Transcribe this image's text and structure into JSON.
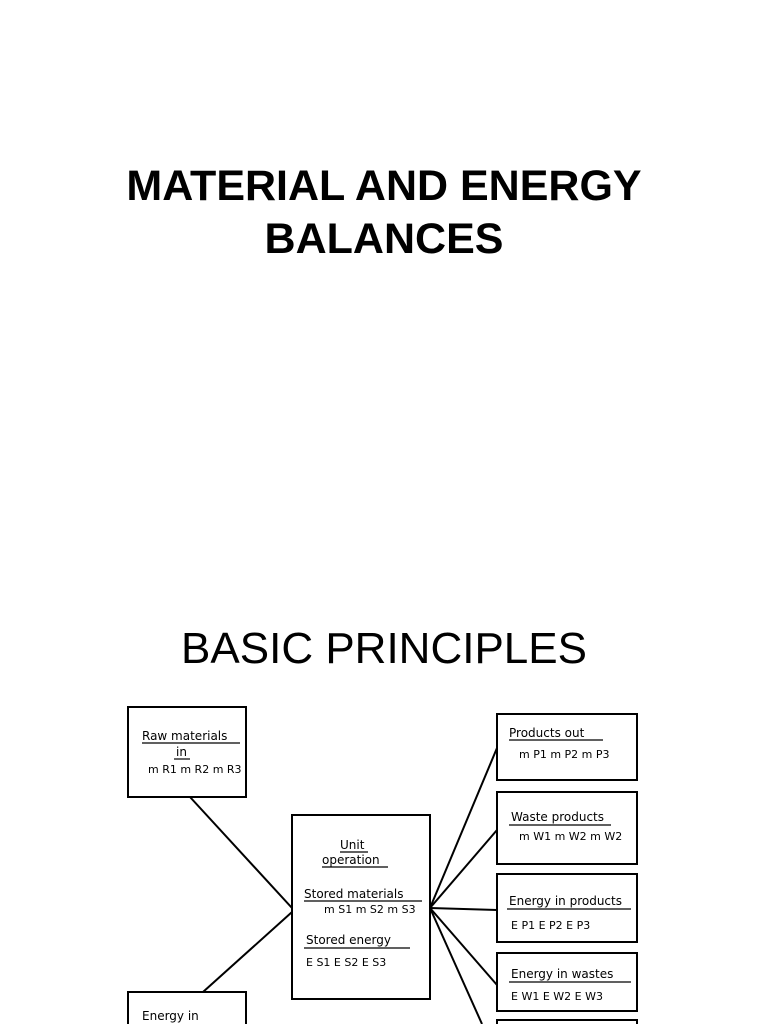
{
  "slide1": {
    "title_line1": "MATERIAL AND ENERGY",
    "title_line2": "BALANCES"
  },
  "slide2": {
    "heading": "BASIC PRINCIPLES",
    "diagram": {
      "raw_materials": {
        "line1": "Raw materials",
        "line2": "in",
        "vars": "m R1 m R2 m R3"
      },
      "energy_in": {
        "line1": "Energy in"
      },
      "unit_operation": {
        "line1": "Unit",
        "line2": "operation",
        "stored_materials": "Stored materials",
        "stored_materials_vars": "m S1 m S2 m S3",
        "stored_energy": "Stored energy",
        "stored_energy_vars": "E S1 E S2 E S3"
      },
      "products_out": {
        "line1": "Products out",
        "vars": "m P1 m P2 m P3"
      },
      "waste_products": {
        "line1": "Waste products",
        "vars": "m W1 m W2 m W2"
      },
      "energy_in_products": {
        "line1": "Energy in products",
        "vars": "E P1 E P2 E P3"
      },
      "energy_in_wastes": {
        "line1": "Energy in wastes",
        "vars": "E W1 E W2 E W3"
      }
    }
  }
}
